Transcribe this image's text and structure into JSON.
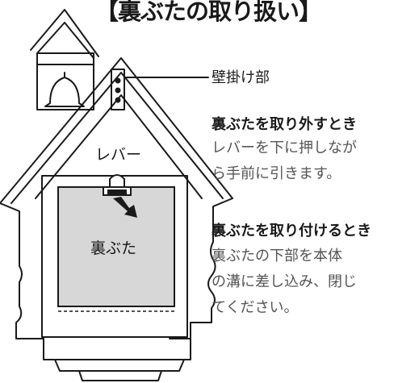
{
  "title": "【裏ぶたの取り扱い】",
  "labels": {
    "wall_mount": "壁掛け部",
    "lever": "レバー",
    "back_cover": "裏ぶた"
  },
  "remove": {
    "heading": "裏ぶたを取り外すとき",
    "lines": [
      "レバーを下に押しなが",
      "ら手前に引きます。"
    ]
  },
  "attach": {
    "heading": "裏ぶたを取り付けるとき",
    "lines": [
      "裏ぶたの下部を本体",
      "の溝に差し込み、閉じ",
      "てください。"
    ]
  },
  "colors": {
    "outline": "#1a1a1a",
    "cover_fill": "#d7d7d7",
    "background": "#ffffff"
  }
}
